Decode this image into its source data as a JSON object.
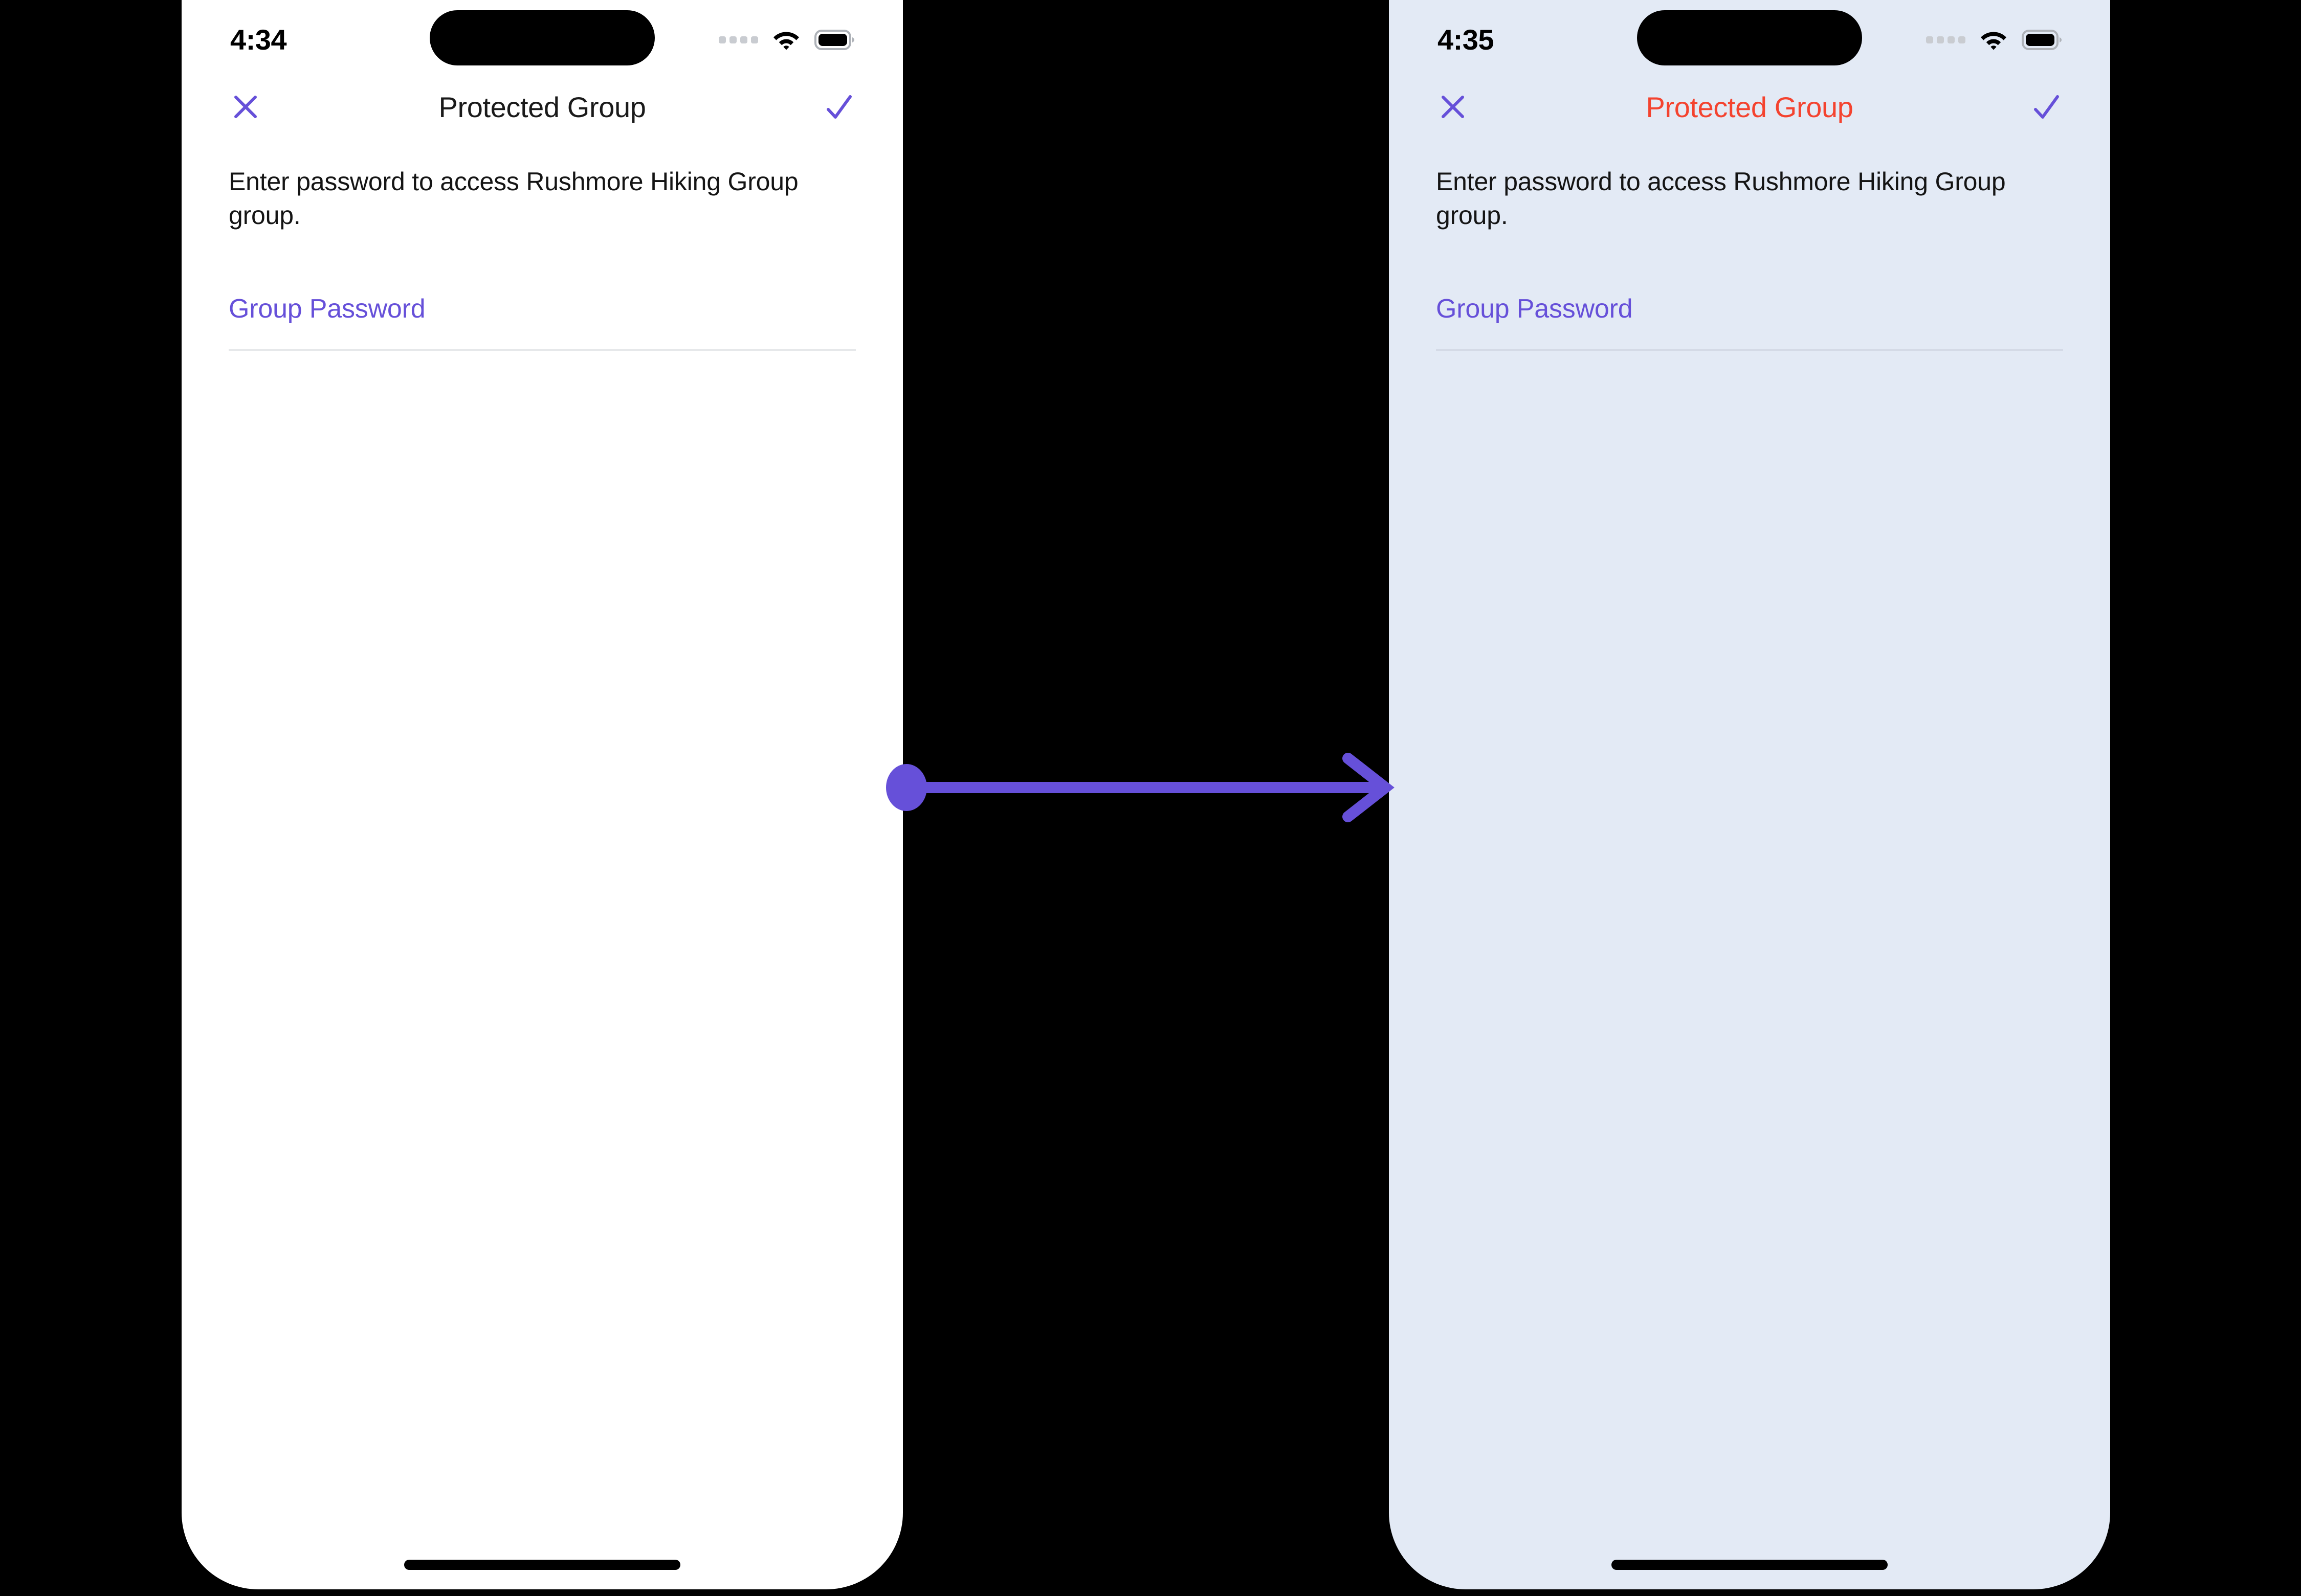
{
  "meta": {
    "accent_purple": "#6650D9",
    "error_red": "#F4432F",
    "screen_light_bg": "#E3EAF5",
    "screen_white_bg": "#FFFFFF",
    "canvas_bg": "#000000"
  },
  "screens": [
    {
      "id": "before",
      "background": "#FFFFFF",
      "status_bar": {
        "time": "4:34",
        "signal_icon": "cellular-dots-icon",
        "wifi_icon": "wifi-icon",
        "battery_icon": "battery-full-icon"
      },
      "nav": {
        "close_icon": "close-icon",
        "title": "Protected Group",
        "title_color": "#1A1A1A",
        "confirm_icon": "checkmark-icon"
      },
      "body": {
        "description": "Enter password to access Rushmore Hiking Group group."
      },
      "form": {
        "password_label": "Group Password",
        "password_value": "",
        "password_placeholder": "Group Password"
      },
      "home_indicator": "home-indicator"
    },
    {
      "id": "after",
      "background": "#E3EAF5",
      "status_bar": {
        "time": "4:35",
        "signal_icon": "cellular-dots-icon",
        "wifi_icon": "wifi-icon",
        "battery_icon": "battery-full-icon"
      },
      "nav": {
        "close_icon": "close-icon",
        "title": "Protected Group",
        "title_color": "#F4432F",
        "confirm_icon": "checkmark-icon"
      },
      "body": {
        "description": "Enter password to access Rushmore Hiking Group group."
      },
      "form": {
        "password_label": "Group Password",
        "password_value": "",
        "password_placeholder": "Group Password"
      },
      "home_indicator": "home-indicator"
    }
  ],
  "connector": {
    "label": "",
    "color": "#6650D9",
    "start_marker": "circle",
    "end_marker": "arrowhead",
    "direction": "left-to-right"
  }
}
